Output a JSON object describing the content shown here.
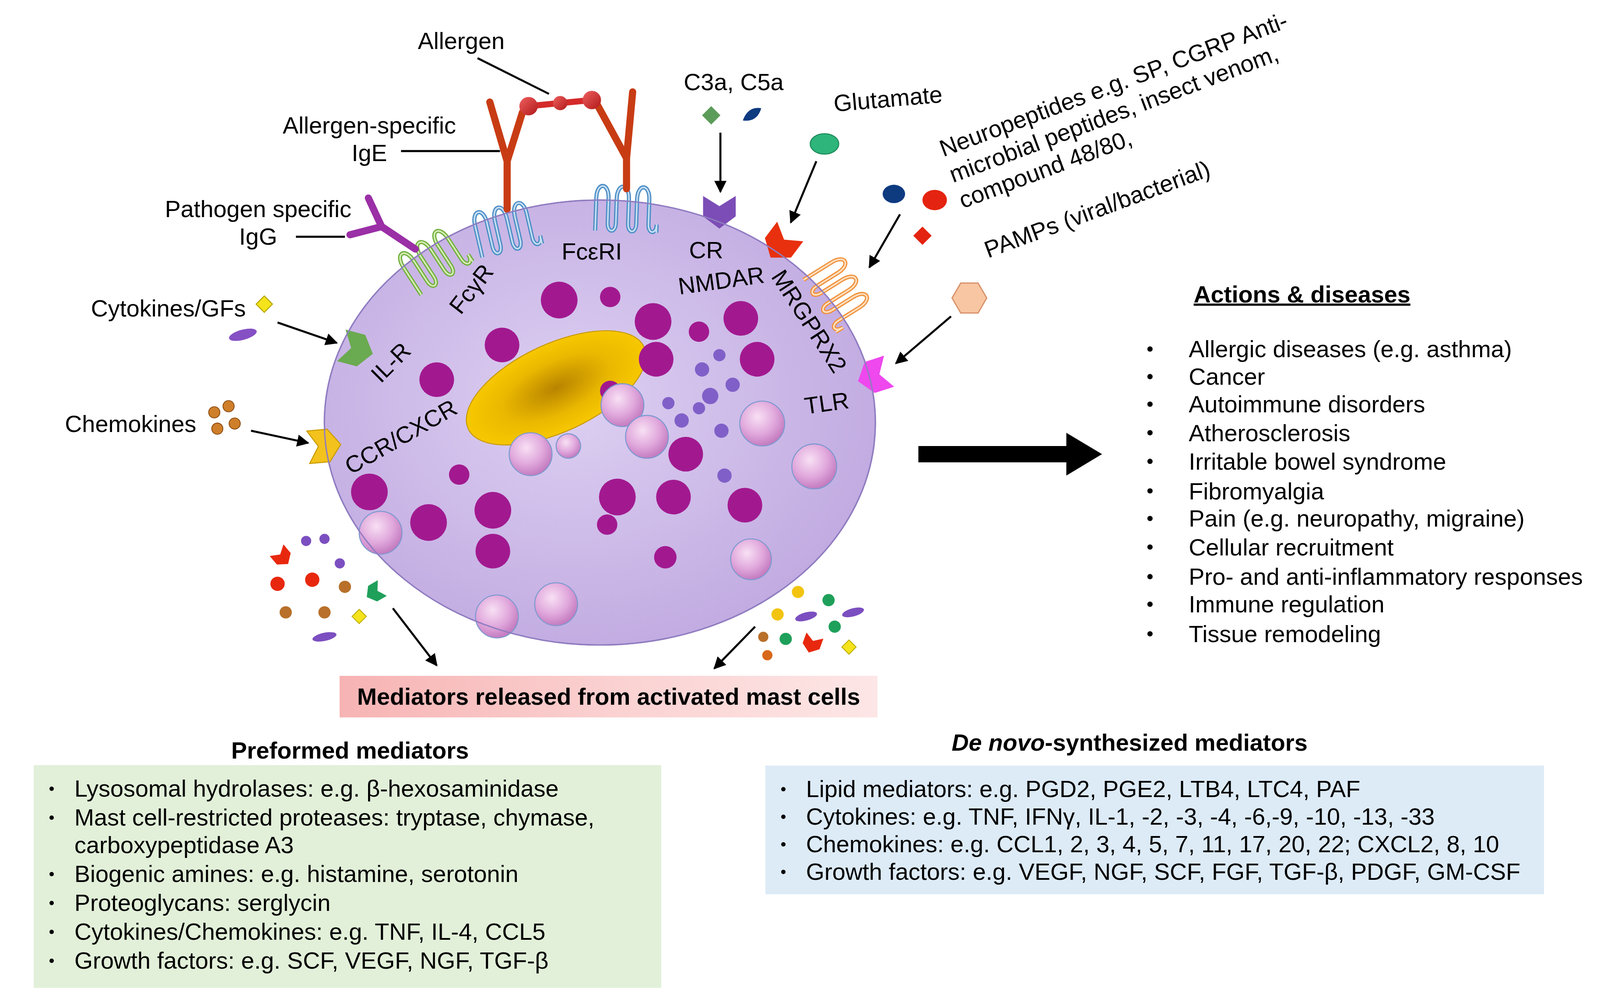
{
  "diagram": {
    "nodes": [
      {
        "text": [
          "FcγR",
          "FcεRI",
          "CR",
          "NMDAR",
          "MRGPRX2",
          "TLR",
          "IL-R",
          "CCR/CXCR"
        ]
      },
      {
        "text": [
          "Mediators released from activated mast cells"
        ]
      },
      {
        "text": [
          "Preformed mediators",
          "Lysosomal hydrolases: e.g. β-hexosaminidase",
          "Mast cell-restricted proteases: tryptase, chymase, carboxypeptidase A3",
          "Biogenic amines: e.g. histamine, serotonin",
          "Proteoglycans: serglycin",
          "Cytokines/Chemokines: e.g. TNF, IL-4, CCL5",
          "Growth factors: e.g. SCF, VEGF, NGF, TGF-β"
        ]
      },
      {
        "text": [
          "De novo-synthesized mediators",
          "Lipid mediators: e.g. PGD2, PGE2, LTB4, LTC4, PAF",
          "Cytokines: e.g. TNF, IFNγ, IL-1, -2, -3, -4, -6,-9, -10, -13, -33",
          "Chemokines: e.g. CCL1, 2, 3, 4, 5, 7, 11, 17, 20, 22; CXCL2, 8, 10",
          "Growth factors: e.g. VEGF, NGF, SCF, FGF, TGF-β, PDGF, GM-CSF"
        ]
      }
    ],
    "labels": [
      "Allergen",
      "Allergen-specific IgE",
      "Pathogen specific IgG",
      "Cytokines/GFs",
      "Chemokines",
      "C3a, C5a",
      "Glutamate",
      "Neuropeptides e.g. SP, CGRP Anti-microbial peptides, insect venom, compound 48/80,",
      "PAMPs (viral/bacterial)",
      "Actions & diseases",
      "Allergic diseases (e.g. asthma)",
      "Cancer",
      "Autoimmune disorders",
      "Atherosclerosis",
      "Irritable bowel syndrome",
      "Fibromyalgia",
      "Pain (e.g. neuropathy, migraine)",
      "Cellular recruitment",
      "Pro- and anti-inflammatory responses",
      "Immune regulation",
      "Tissue remodeling"
    ]
  }
}
